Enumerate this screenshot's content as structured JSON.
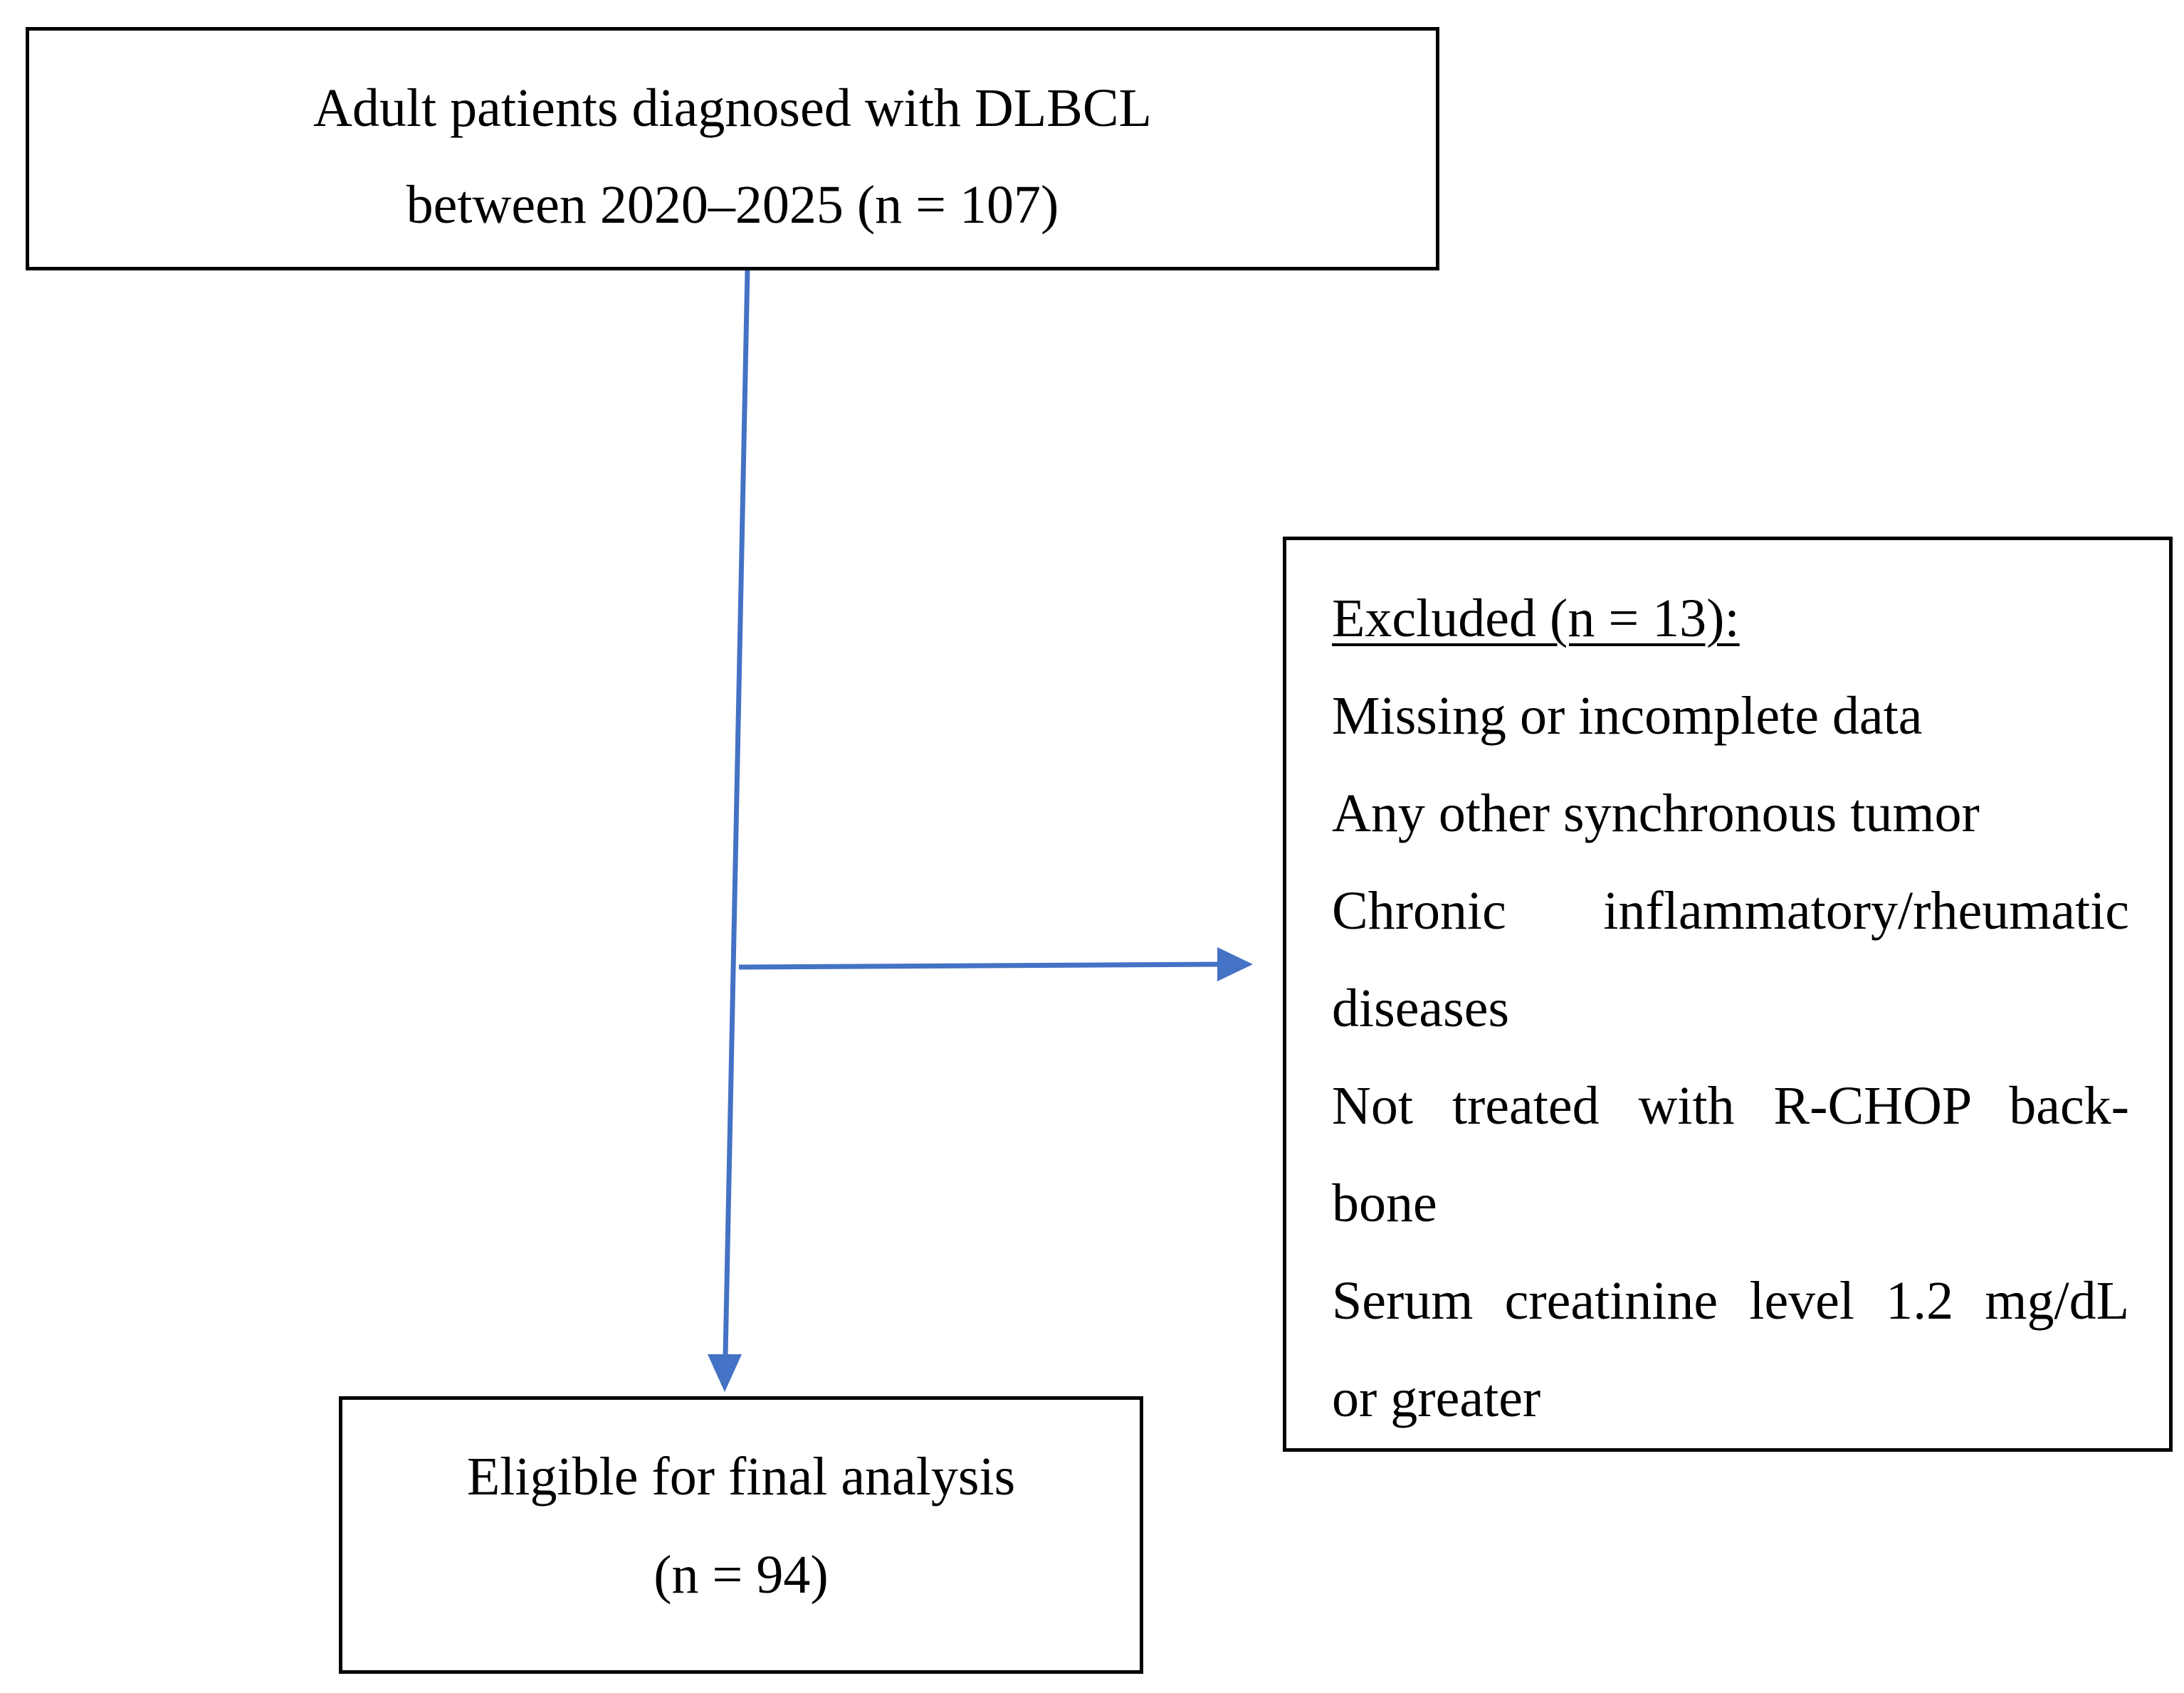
{
  "colors": {
    "arrow": "#4472C4",
    "box_border": "#000000",
    "text": "#000000"
  },
  "top_box": {
    "line1": "Adult patients diagnosed with DLBCL",
    "line2": "between 2020–2025 (n = 107)"
  },
  "excluded_box": {
    "heading": "Excluded (n = 13):",
    "lines": [
      "Missing or incomplete data",
      "Any other synchronous tumor",
      "Chronic inflammatory/rheumatic",
      "diseases",
      "Not treated with R-CHOP back-",
      "bone",
      "Serum creatinine level 1.2 mg/dL",
      "or greater"
    ]
  },
  "bottom_box": {
    "line1": "Eligible for final analysis",
    "line2": "(n = 94)"
  }
}
